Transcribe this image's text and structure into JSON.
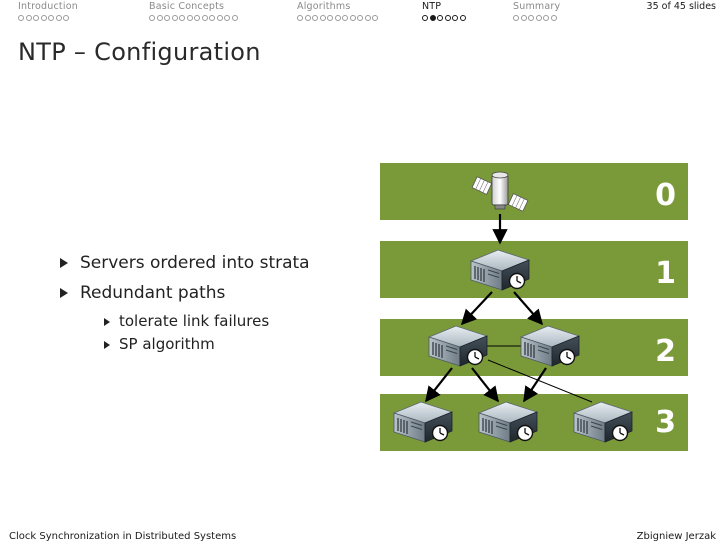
{
  "nav": {
    "sections": [
      {
        "title": "Introduction",
        "dots": 7,
        "current": -1,
        "active": false
      },
      {
        "title": "Basic Concepts",
        "dots": 12,
        "current": -1,
        "active": false
      },
      {
        "title": "Algorithms",
        "dots": 11,
        "current": -1,
        "active": false
      },
      {
        "title": "NTP",
        "dots": 6,
        "current": 1,
        "active": true
      },
      {
        "title": "Summary",
        "dots": 6,
        "current": -1,
        "active": false
      }
    ],
    "slide_count": "35 of 45 slides"
  },
  "slide": {
    "title": "NTP – Configuration",
    "bullets": [
      {
        "text": "Servers ordered into strata",
        "level": 1
      },
      {
        "text": "Redundant paths",
        "level": 1
      },
      {
        "text": "tolerate link failures",
        "level": 2
      },
      {
        "text": "SP algorithm",
        "level": 2
      }
    ]
  },
  "diagram": {
    "band_color": "#7a9a3a",
    "strata": [
      "0",
      "1",
      "2",
      "3"
    ],
    "nodes": [
      {
        "id": "satellite",
        "type": "satellite",
        "stratum": 0
      },
      {
        "id": "s1",
        "type": "server",
        "stratum": 1
      },
      {
        "id": "s2a",
        "type": "server",
        "stratum": 2
      },
      {
        "id": "s2b",
        "type": "server",
        "stratum": 2
      },
      {
        "id": "s3a",
        "type": "server",
        "stratum": 3
      },
      {
        "id": "s3b",
        "type": "server",
        "stratum": 3
      },
      {
        "id": "s3c",
        "type": "server",
        "stratum": 3
      }
    ],
    "links": [
      {
        "from": "satellite",
        "to": "s1",
        "kind": "arrow"
      },
      {
        "from": "s1",
        "to": "s2a",
        "kind": "arrow"
      },
      {
        "from": "s1",
        "to": "s2b",
        "kind": "arrow"
      },
      {
        "from": "s2a",
        "to": "s3a",
        "kind": "arrow"
      },
      {
        "from": "s2a",
        "to": "s3b",
        "kind": "arrow"
      },
      {
        "from": "s2b",
        "to": "s3b",
        "kind": "arrow"
      },
      {
        "from": "s2a",
        "to": "s2b",
        "kind": "peer"
      },
      {
        "from": "s2a",
        "to": "s3c",
        "kind": "peer"
      }
    ]
  },
  "footer": {
    "left": "Clock Synchronization in Distributed Systems",
    "right": "Zbigniew Jerzak"
  }
}
